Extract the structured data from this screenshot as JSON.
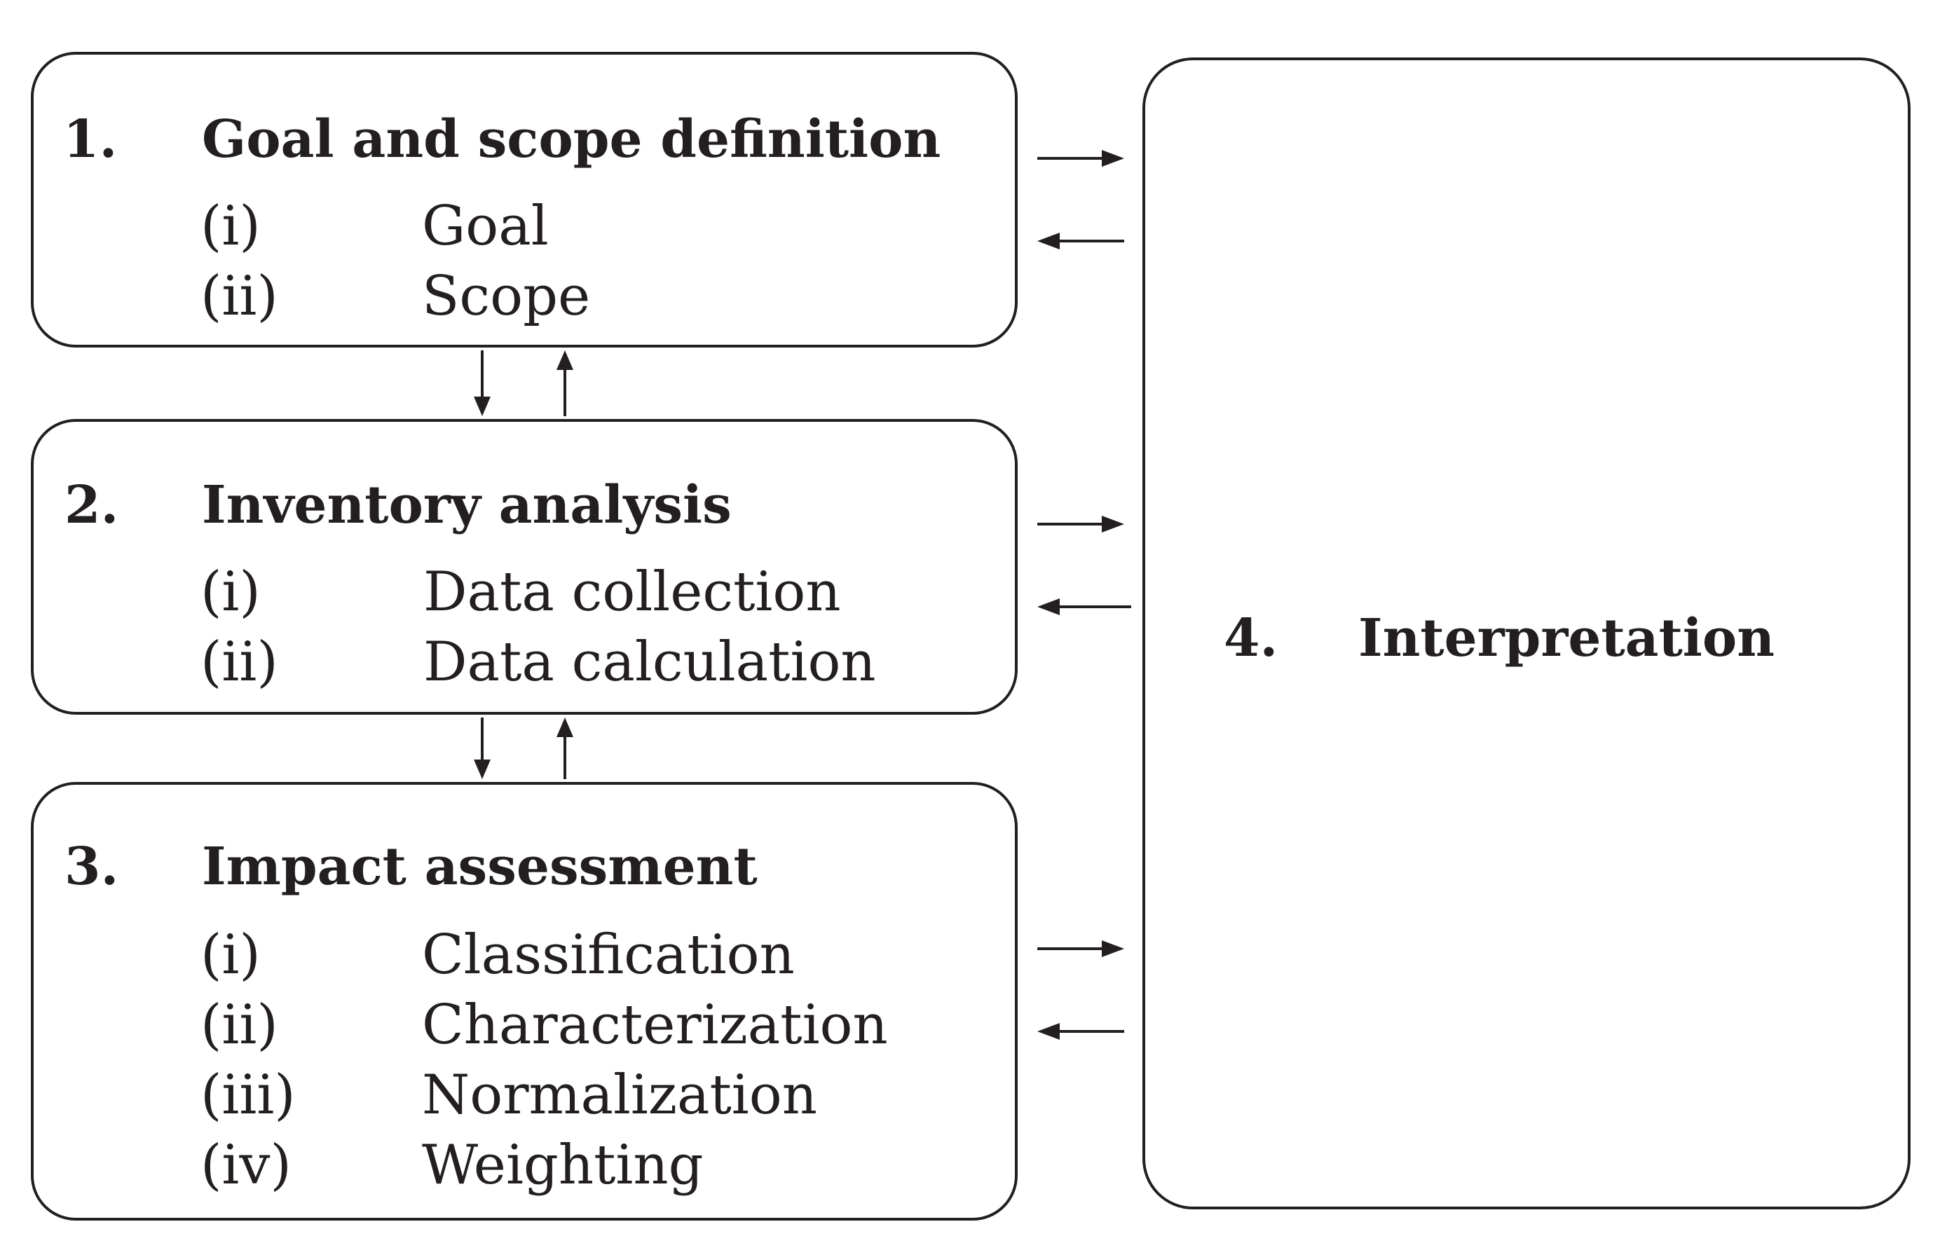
{
  "steps": [
    {
      "number": "1.",
      "title": "Goal and scope definition",
      "items": [
        {
          "roman": "(i)",
          "label": "Goal"
        },
        {
          "roman": "(ii)",
          "label": "Scope"
        }
      ]
    },
    {
      "number": "2.",
      "title": "Inventory analysis",
      "items": [
        {
          "roman": "(i)",
          "label": "Data collection"
        },
        {
          "roman": "(ii)",
          "label": "Data calculation"
        }
      ]
    },
    {
      "number": "3.",
      "title": "Impact assessment",
      "items": [
        {
          "roman": "(i)",
          "label": "Classification"
        },
        {
          "roman": "(ii)",
          "label": "Characterization"
        },
        {
          "roman": "(iii)",
          "label": "Normalization"
        },
        {
          "roman": "(iv)",
          "label": "Weighting"
        }
      ]
    }
  ],
  "interpretation": {
    "number": "4.",
    "title": "Interpretation"
  },
  "colors": {
    "line": "#231f20",
    "background": "#ffffff"
  }
}
